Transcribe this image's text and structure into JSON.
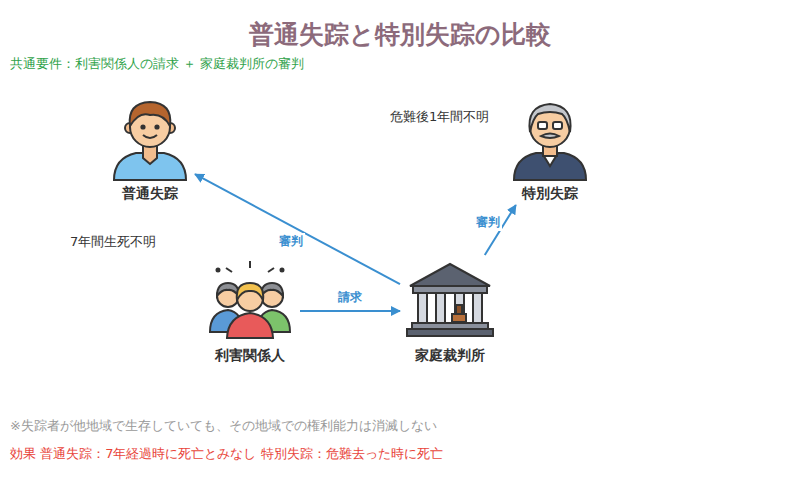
{
  "diagram": {
    "title": "普通失踪と特別失踪の比較",
    "nodes": [
      {
        "text": [
          "普通失踪"
        ]
      },
      {
        "text": [
          "特別失踪"
        ]
      },
      {
        "text": [
          "利害関係人"
        ]
      },
      {
        "text": [
          "家庭裁判所"
        ]
      }
    ],
    "edges": [
      {
        "from": 2,
        "to": 3,
        "label": "請求",
        "arrow": "to"
      },
      {
        "from": 3,
        "to": 0,
        "label": "審判",
        "arrow": "to"
      },
      {
        "from": 3,
        "to": 1,
        "label": "審判",
        "arrow": "to"
      }
    ],
    "labels": [
      "共通要件：利害関係人の請求 ＋ 家庭裁判所の審判",
      "危難後1年間不明",
      "7年間生死不明",
      "※失踪者が他地域で生存していても、その地域での権利能力は消滅しない",
      "効果 普通失踪：7年経過時に死亡とみなし 特別失踪：危難去った時に死亡"
    ]
  }
}
